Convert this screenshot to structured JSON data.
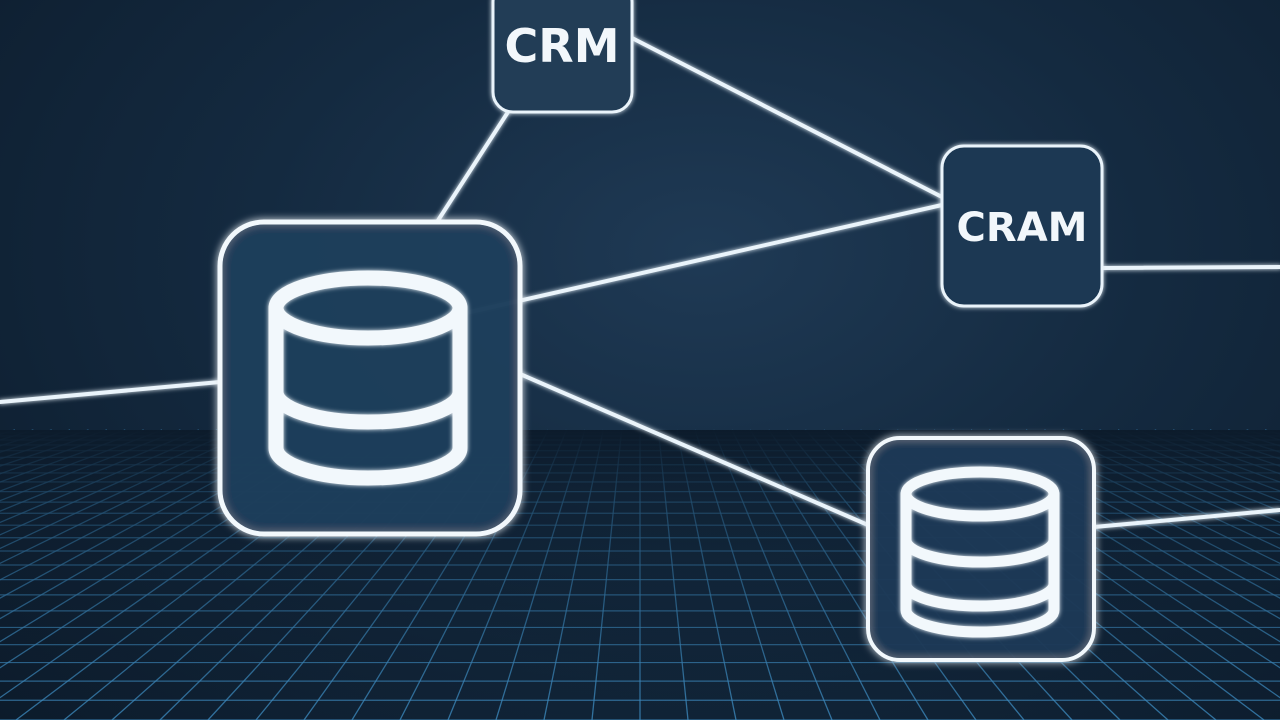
{
  "diagram": {
    "nodes": [
      {
        "id": "crm",
        "kind": "label-box",
        "label": "CRM"
      },
      {
        "id": "cram",
        "kind": "label-box",
        "label": "CRAM"
      },
      {
        "id": "db-main",
        "kind": "database",
        "icon": "database-icon"
      },
      {
        "id": "db-secondary",
        "kind": "database",
        "icon": "database-icon"
      }
    ],
    "edges": [
      {
        "from": "crm",
        "to": "db-main"
      },
      {
        "from": "crm",
        "to": "cram"
      },
      {
        "from": "db-main",
        "to": "cram"
      },
      {
        "from": "db-main",
        "to": "db-secondary"
      },
      {
        "from": "db-main",
        "to": "offscreen-left"
      },
      {
        "from": "cram",
        "to": "offscreen-right"
      },
      {
        "from": "db-secondary",
        "to": "offscreen-right"
      }
    ]
  },
  "colors": {
    "background": "#142a40",
    "line": "#eaf4fb",
    "glow": "#9fd4f5",
    "node_fill": "#1e3a55",
    "grid": "#3f8fc4"
  }
}
